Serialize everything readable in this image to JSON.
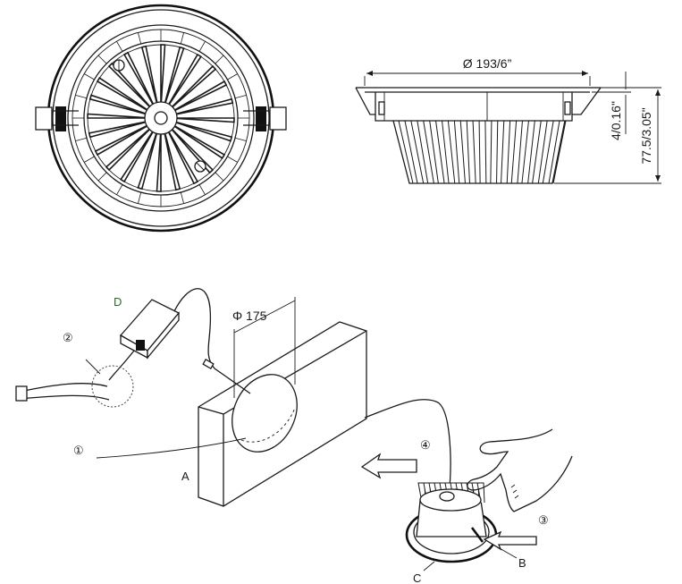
{
  "top_view": {
    "blade_count": 24
  },
  "side_view": {
    "diameter_label": "Ø 193/6”",
    "flange_height_label": "4/0.16\"",
    "total_height_label": "77.5/3.05\""
  },
  "install": {
    "cutout_label": "Φ 175",
    "label_a": "A",
    "label_b": "B",
    "label_c": "C",
    "label_d": "D",
    "step_1": "①",
    "step_2": "②",
    "step_3": "③",
    "step_4": "④"
  }
}
